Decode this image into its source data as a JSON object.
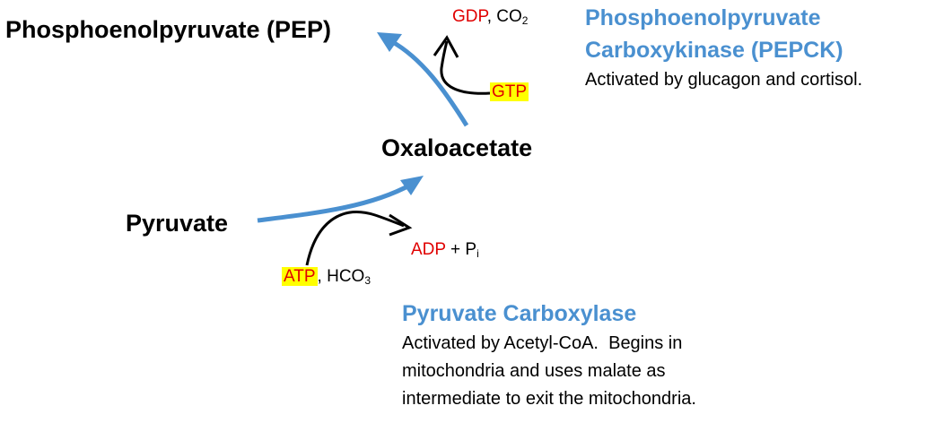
{
  "metabolites": {
    "pep": "Phosphoenolpyruvate (PEP)",
    "oxaloacetate": "Oxaloacetate",
    "pyruvate": "Pyruvate"
  },
  "cofactors": {
    "gdp": "GDP",
    "co2_base": "CO",
    "co2_sub": "2",
    "gtp": "GTP",
    "atp": "ATP",
    "hco3_base": "HCO",
    "hco3_sub": "3",
    "adp": "ADP",
    "pi_base": "+ P",
    "pi_sub": "i"
  },
  "enzymes": {
    "pepck": {
      "name_line1": "Phosphoenolpyruvate",
      "name_line2": "Carboxykinase (PEPCK)",
      "note": "Activated by glucagon and cortisol."
    },
    "pc": {
      "name": "Pyruvate Carboxylase",
      "note_line1": "Activated by Acetyl-CoA.  Begins in",
      "note_line2": "mitochondria and uses malate as",
      "note_line3": "intermediate to exit the mitochondria."
    }
  },
  "colors": {
    "pathway_arrow": "#4a90d0",
    "cofactor_arrow": "#000000",
    "energy_molecule": "#e00000",
    "highlight": "#ffff00",
    "enzyme_text": "#4a90d0"
  }
}
